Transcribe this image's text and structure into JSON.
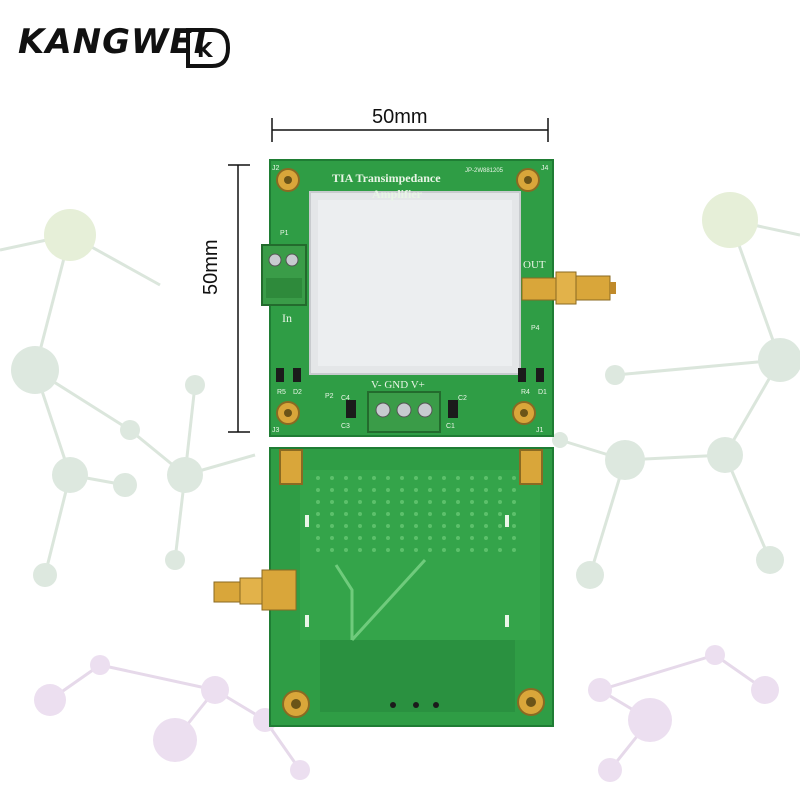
{
  "brand": {
    "name": "KANGWEI",
    "logo_mark": "K"
  },
  "dimensions": {
    "width_label": "50mm",
    "height_label": "50mm"
  },
  "board_front": {
    "title_line1": "TIA  Transimpedance",
    "title_line2": "Amplifier",
    "part_code": "JP-2W881205",
    "labels": {
      "in": "In",
      "out": "OUT",
      "power": "V-  GND V+",
      "p1": "P1",
      "p2": "P2",
      "p4": "P4",
      "j1": "J1",
      "j2": "J2",
      "j3": "J3",
      "j4": "J4",
      "r4": "R4",
      "r5": "R5",
      "d1": "D1",
      "d2": "D2",
      "c1": "C1",
      "c2": "C2",
      "c3": "C3",
      "c4": "C4"
    }
  },
  "colors": {
    "pcb": "#2f9d45",
    "pcb_dark": "#1f7d34",
    "shield": "#e4e6e8",
    "gold": "#d9a63a",
    "terminal": "#3a9c48"
  }
}
